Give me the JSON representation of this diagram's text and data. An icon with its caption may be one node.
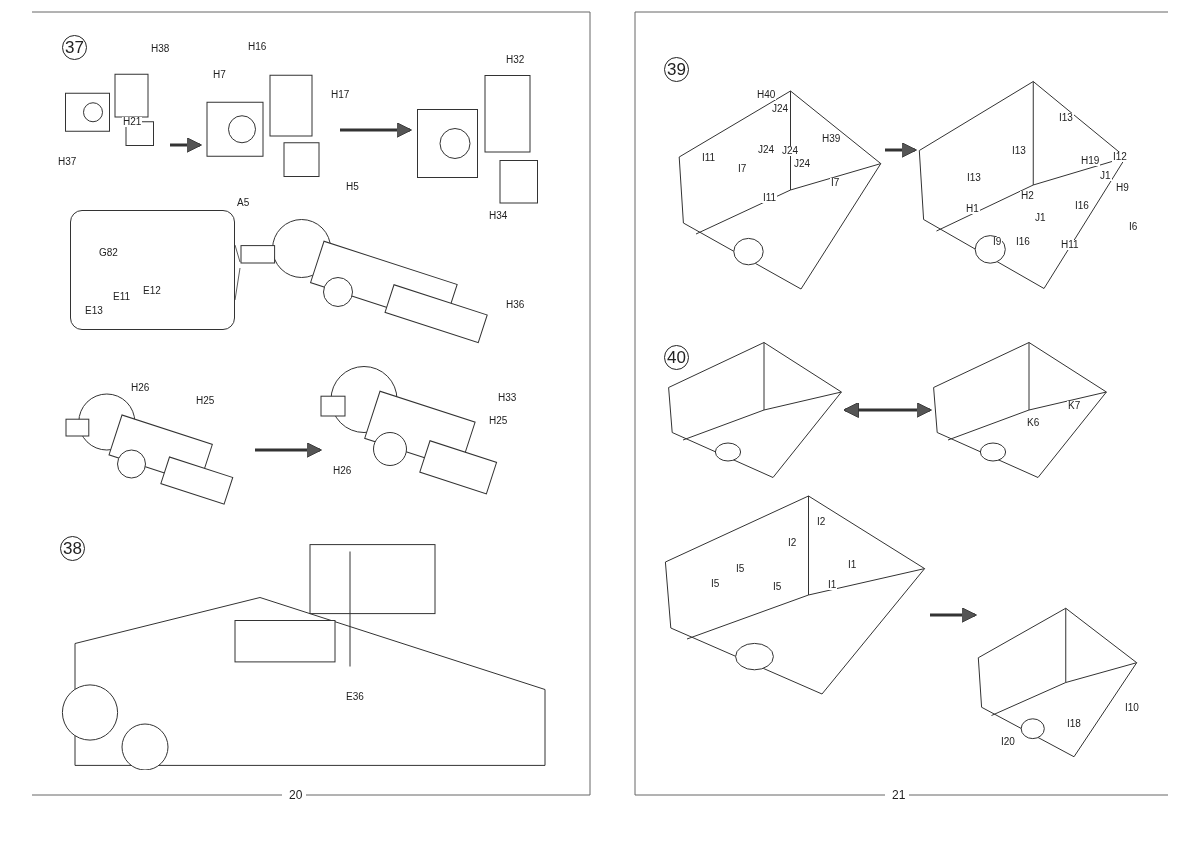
{
  "diagram": {
    "nodes": [
      {
        "text": [
          "37"
        ]
      },
      {
        "text": [],
        "shape": "picture"
      },
      {
        "text": [],
        "shape": "picture"
      },
      {
        "text": [],
        "shape": "picture"
      },
      {
        "text": [],
        "shape": "box"
      },
      {
        "text": [],
        "shape": "picture"
      },
      {
        "text": [],
        "shape": "picture"
      },
      {
        "text": [],
        "shape": "picture"
      },
      {
        "text": [
          "38"
        ]
      },
      {
        "text": [],
        "shape": "picture"
      },
      {
        "text": [
          "39"
        ]
      },
      {
        "text": [],
        "shape": "picture"
      },
      {
        "text": [],
        "shape": "picture"
      },
      {
        "text": [
          "40"
        ]
      },
      {
        "text": [],
        "shape": "picture"
      },
      {
        "text": [],
        "shape": "picture"
      },
      {
        "text": [],
        "shape": "picture"
      },
      {
        "text": [],
        "shape": "picture"
      }
    ],
    "edges": [
      {
        "from": 1,
        "to": 2,
        "arrow": "to"
      },
      {
        "from": 2,
        "to": 3,
        "arrow": "to"
      },
      {
        "from": 4,
        "to": 5,
        "arrow": "none"
      },
      {
        "from": 4,
        "to": 5,
        "arrow": "none"
      },
      {
        "from": 6,
        "to": 7,
        "arrow": "to"
      },
      {
        "from": 11,
        "to": 12,
        "arrow": "to"
      },
      {
        "from": 14,
        "to": 15,
        "arrow": "both"
      },
      {
        "from": 16,
        "to": 17,
        "arrow": "to"
      }
    ],
    "labels": [
      "H38",
      "H21",
      "H37",
      "H16",
      "H7",
      "H17",
      "H5",
      "H32",
      "H34",
      "A5",
      "G82",
      "E11",
      "E12",
      "E13",
      "H36",
      "H26",
      "H25",
      "H33",
      "H25",
      "H26",
      "E36",
      "20",
      "H40",
      "J24",
      "H39",
      "J24",
      "J24",
      "I11",
      "I7",
      "J24",
      "I7",
      "I11",
      "I13",
      "I12",
      "I13",
      "H19",
      "I13",
      "J1",
      "H9",
      "H2",
      "H1",
      "I16",
      "J1",
      "I9",
      "I16",
      "H11",
      "I6",
      "K7",
      "K6",
      "I2",
      "I2",
      "I5",
      "I1",
      "I5",
      "I5",
      "I1",
      "I10",
      "I18",
      "I20",
      "21"
    ]
  }
}
